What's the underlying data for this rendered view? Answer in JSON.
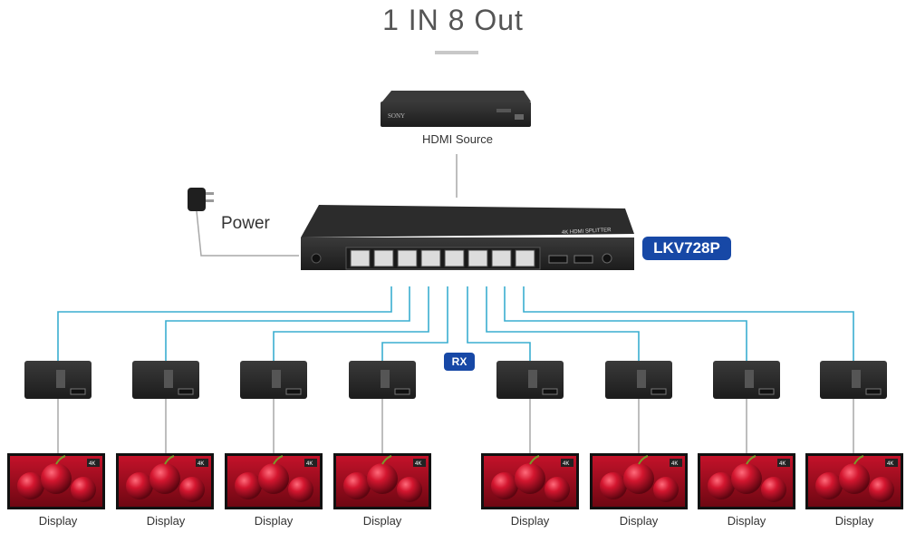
{
  "title": "1 IN 8 Out",
  "source": {
    "label": "HDMI Source",
    "brand": "SONY"
  },
  "power": {
    "label": "Power"
  },
  "transmitter": {
    "model": "LKV728P",
    "panel_text": "4K HDMI SPLITTER",
    "badge_color": "#1748a6"
  },
  "receiver": {
    "label": "RX"
  },
  "displays": [
    {
      "label": "Display"
    },
    {
      "label": "Display"
    },
    {
      "label": "Display"
    },
    {
      "label": "Display"
    },
    {
      "label": "Display"
    },
    {
      "label": "Display"
    },
    {
      "label": "Display"
    },
    {
      "label": "Display"
    }
  ],
  "colors": {
    "cable": "#3aaed0",
    "wire": "#a8a8a8",
    "device": "#2b2b2b"
  },
  "display_badge": "4K"
}
